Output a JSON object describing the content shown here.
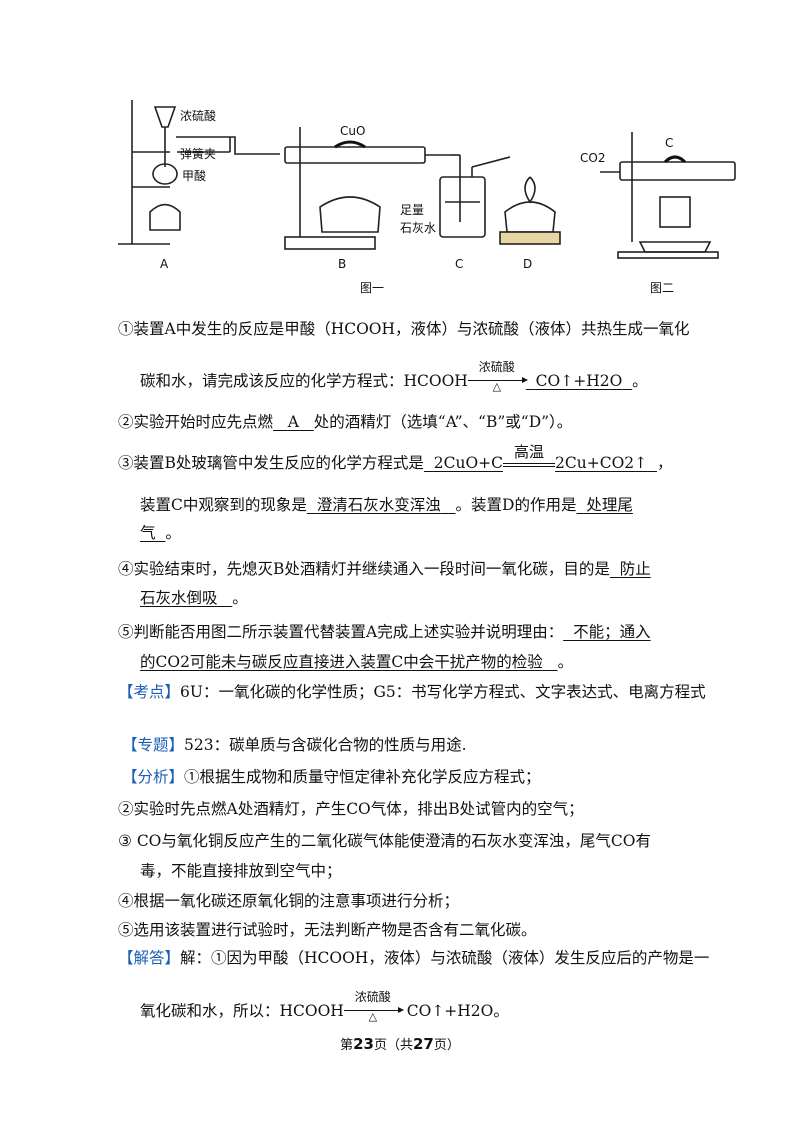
{
  "figure": {
    "labels": {
      "h2so4": "浓硫酸",
      "clip": "弹簧夹",
      "formic": "甲酸",
      "cuo": "CuO",
      "limewater1": "足量",
      "limewater2": "石灰水",
      "co2": "CO2",
      "c": "C",
      "A": "A",
      "B": "B",
      "C": "C",
      "D": "D",
      "fig1": "图一",
      "fig2": "图二"
    }
  },
  "q1": {
    "text1": "①装置A中发生的反应是甲酸（HCOOH，液体）与浓硫酸（液体）共热生成一氧化",
    "text2a": "碳和水，请完成该反应的化学方程式：HCOOH",
    "cond_top": "浓硫酸",
    "cond_bot": "△",
    "ans": "CO↑+H2O",
    "end": "。"
  },
  "q2": {
    "pre": "②实验开始时应先点燃",
    "ans": "A",
    "post": "处的酒精灯（选填“A”、“B”或“D”）。"
  },
  "q3": {
    "pre": "③装置B处玻璃管中发生反应的化学方程式是",
    "lhs": "2CuO+C",
    "cond": "高温",
    "rhs": "2Cu+CO2↑",
    "comma": "，",
    "l2pre": "装置C中观察到的现象是",
    "l2ans": "澄清石灰水变浑浊",
    "l2mid": "。装置D的作用是",
    "l2ans2": "处理尾",
    "l3ans": "气",
    "l3end": "。"
  },
  "q4": {
    "pre": "④实验结束时，先熄灭B处酒精灯并继续通入一段时间一氧化碳，目的是",
    "ans1": "防止",
    "ans2": "石灰水倒吸",
    "end": "。"
  },
  "q5": {
    "pre": "⑤判断能否用图二所示装置代替装置A完成上述实验并说明理由：",
    "ans1": "不能；通入",
    "ans2": "的CO2可能未与碳反应直接进入装置C中会干扰产物的检验",
    "end": "。"
  },
  "kaodian": {
    "tag": "【考点】",
    "text": "6U：一氧化碳的化学性质；G5：书写化学方程式、文字表达式、电离方程式"
  },
  "zhuanti": {
    "tag": "【专题】",
    "text": "523：碳单质与含碳化合物的性质与用途."
  },
  "fenxi": {
    "tag": "【分析】",
    "l1": "①根据生成物和质量守恒定律补充化学反应方程式；",
    "l2": "②实验时先点燃A处酒精灯，产生CO气体，排出B处试管内的空气；",
    "l3": "③ CO与氧化铜反应产生的二氧化碳气体能使澄清的石灰水变浑浊，尾气CO有",
    "l4": "毒，不能直接排放到空气中；",
    "l5": "④根据一氧化碳还原氧化铜的注意事项进行分析；",
    "l6": "⑤选用该装置进行试验时，无法判断产物是否含有二氧化碳。"
  },
  "jieda": {
    "tag": "【解答】",
    "l1": "解：①因为甲酸（HCOOH，液体）与浓硫酸（液体）发生反应后的产物是一",
    "l2a": "氧化碳和水，所以：HCOOH",
    "cond_top": "浓硫酸",
    "cond_bot": "△",
    "l2b": "CO↑+H2O。"
  },
  "footer": {
    "a": "第",
    "page": "23",
    "b": "页（共",
    "total": "27",
    "c": "页）"
  }
}
